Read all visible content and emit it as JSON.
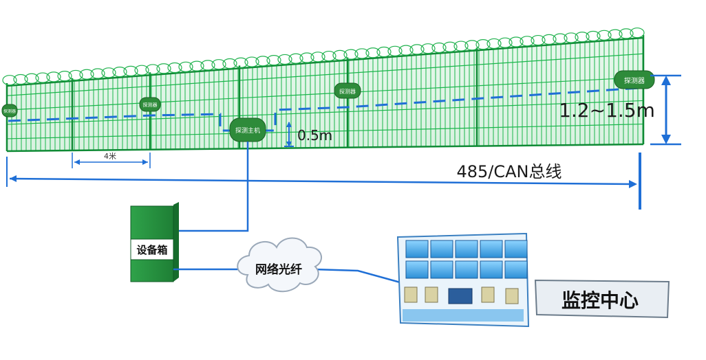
{
  "diagram": {
    "fence": {
      "spacing_label": "4米",
      "height_label": "1.2~1.5m",
      "detector_height_label": "0.5m",
      "bus_label": "485/CAN总线"
    },
    "nodes": {
      "detector_far_left": "探测器",
      "detector_left": "探测器",
      "detector_mid": "探测器",
      "detector_right": "探测器",
      "host": "探测主机",
      "equipment_box": "设备箱",
      "fiber_cloud": "网络光纤",
      "monitor_center": "监控中心"
    },
    "colors": {
      "fence_green": "#19b54a",
      "fence_dark": "#0f8a35",
      "node_green": "#2e8b3a",
      "line_blue": "#1f6fd6",
      "wall_blue": "#3aa0e6"
    }
  }
}
